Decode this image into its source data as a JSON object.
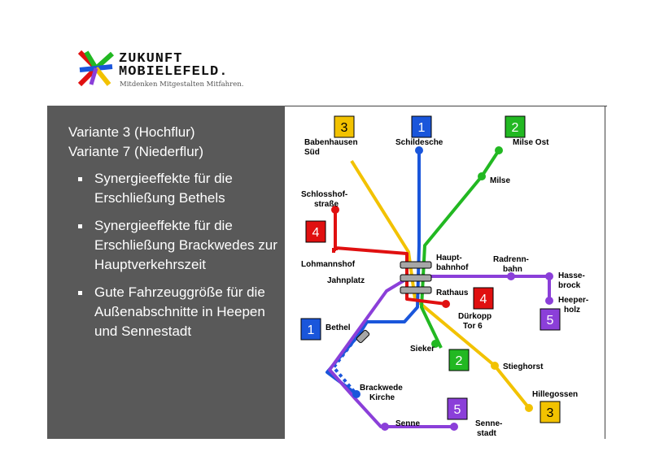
{
  "logo": {
    "line1": "ZUKUNFT",
    "line2": "MOBIELEFELD.",
    "tagline": "Mitdenken Mitgestalten Mitfahren."
  },
  "panel": {
    "heading1": "Variante 3 (Hochflur)",
    "heading2": "Variante 7 (Niederflur)",
    "bullets": [
      "Synergieeffekte für die Erschließung Bethels",
      "Synergieeffekte für die Erschließung Brackwedes zur Hauptverkehrszeit",
      "Gute Fahrzeuggröße für die Außen­abschnitte in Heepen und Sennestadt"
    ]
  },
  "map": {
    "colors": {
      "line1": "#1a56db",
      "line2": "#22b822",
      "line3": "#f2c200",
      "line4": "#e01010",
      "line5": "#8b3fd9",
      "hub": "#a6a6a6"
    },
    "stations": {
      "babenhausen_1": "Babenhausen",
      "babenhausen_2": "Süd",
      "schildesche": "Schildesche",
      "milse_ost": "Milse Ost",
      "milse": "Milse",
      "schlosshof_1": "Schlosshof-",
      "schlosshof_2": "straße",
      "lohmannshof": "Lohmannshof",
      "hauptbahnhof_1": "Haupt-",
      "hauptbahnhof_2": "bahnhof",
      "radrennbahn_1": "Radrenn-",
      "radrennbahn_2": "bahn",
      "jahnplatz": "Jahnplatz",
      "rathaus": "Rathaus",
      "hassebrock_1": "Hasse-",
      "hassebrock_2": "brock",
      "heeperholz_1": "Heeper-",
      "heeperholz_2": "holz",
      "duerkopp_1": "Dürkopp",
      "duerkopp_2": "Tor 6",
      "bethel": "Bethel",
      "sieker": "Sieker",
      "stieghorst": "Stieghorst",
      "brackwede_1": "Brackwede",
      "brackwede_2": "Kirche",
      "hillegossen": "Hillegossen",
      "senne": "Senne",
      "sennestadt_1": "Senne-",
      "sennestadt_2": "stadt"
    },
    "line_labels": {
      "l3_top": "3",
      "l1_top": "1",
      "l2_top": "2",
      "l4_left": "4",
      "l4_right": "4",
      "l5_right": "5",
      "l1_left": "1",
      "l2_bottom": "2",
      "l5_bottom": "5",
      "l3_bottom": "3"
    }
  }
}
